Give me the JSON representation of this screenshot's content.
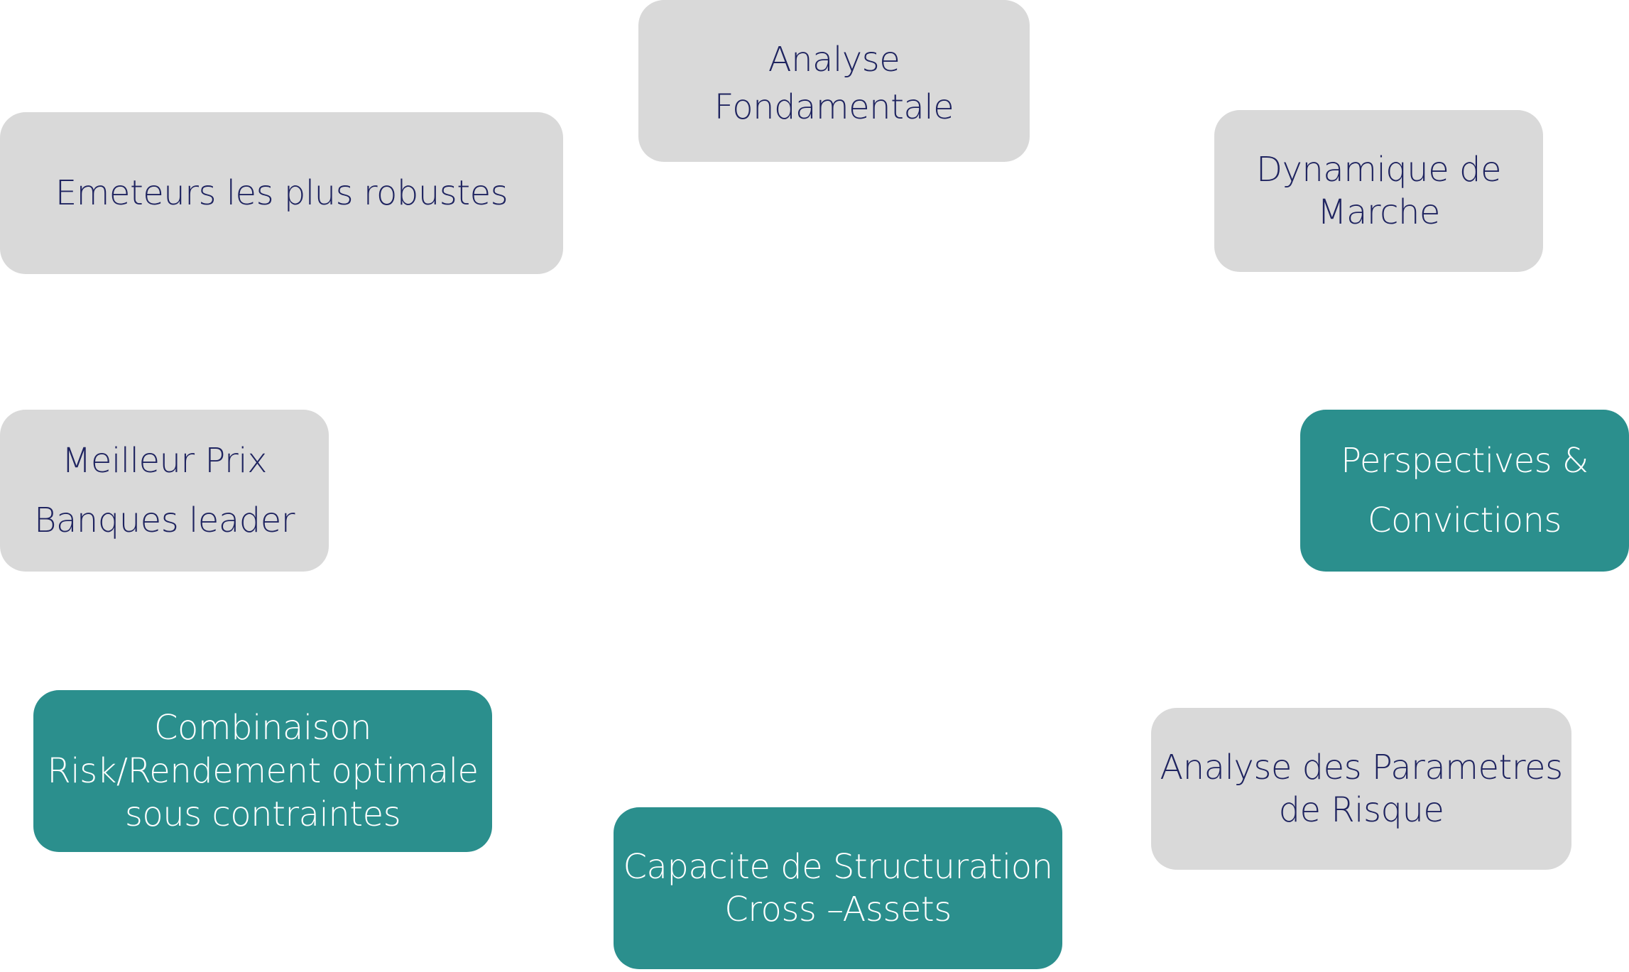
{
  "nodes": {
    "analyse_fondamentale": {
      "lines": [
        "Analyse",
        "Fondamentale"
      ],
      "color": "#d9d9d9"
    },
    "emetteurs": {
      "lines": [
        "Emeteurs les plus robustes"
      ],
      "color": "#d9d9d9"
    },
    "dynamique": {
      "lines": [
        "Dynamique de",
        "Marche"
      ],
      "color": "#d9d9d9"
    },
    "meilleur_prix": {
      "lines": [
        "Meilleur Prix",
        "Banques leader"
      ],
      "color": "#d9d9d9"
    },
    "perspectives": {
      "lines": [
        "Perspectives &",
        "Convictions"
      ],
      "color": "#2b8f8d"
    },
    "combinaison": {
      "lines": [
        "Combinaison",
        "Risk/Rendement optimale",
        "sous contraintes"
      ],
      "color": "#2b8f8d"
    },
    "analyse_parametres": {
      "lines": [
        "Analyse des Parametres",
        "de Risque"
      ],
      "color": "#d9d9d9"
    },
    "capacite": {
      "lines": [
        "Capacite de Structuration",
        "Cross –Assets"
      ],
      "color": "#2b8f8d"
    }
  },
  "text_colors": {
    "on_grey": "#1f2460",
    "on_teal": "#ffffff"
  }
}
